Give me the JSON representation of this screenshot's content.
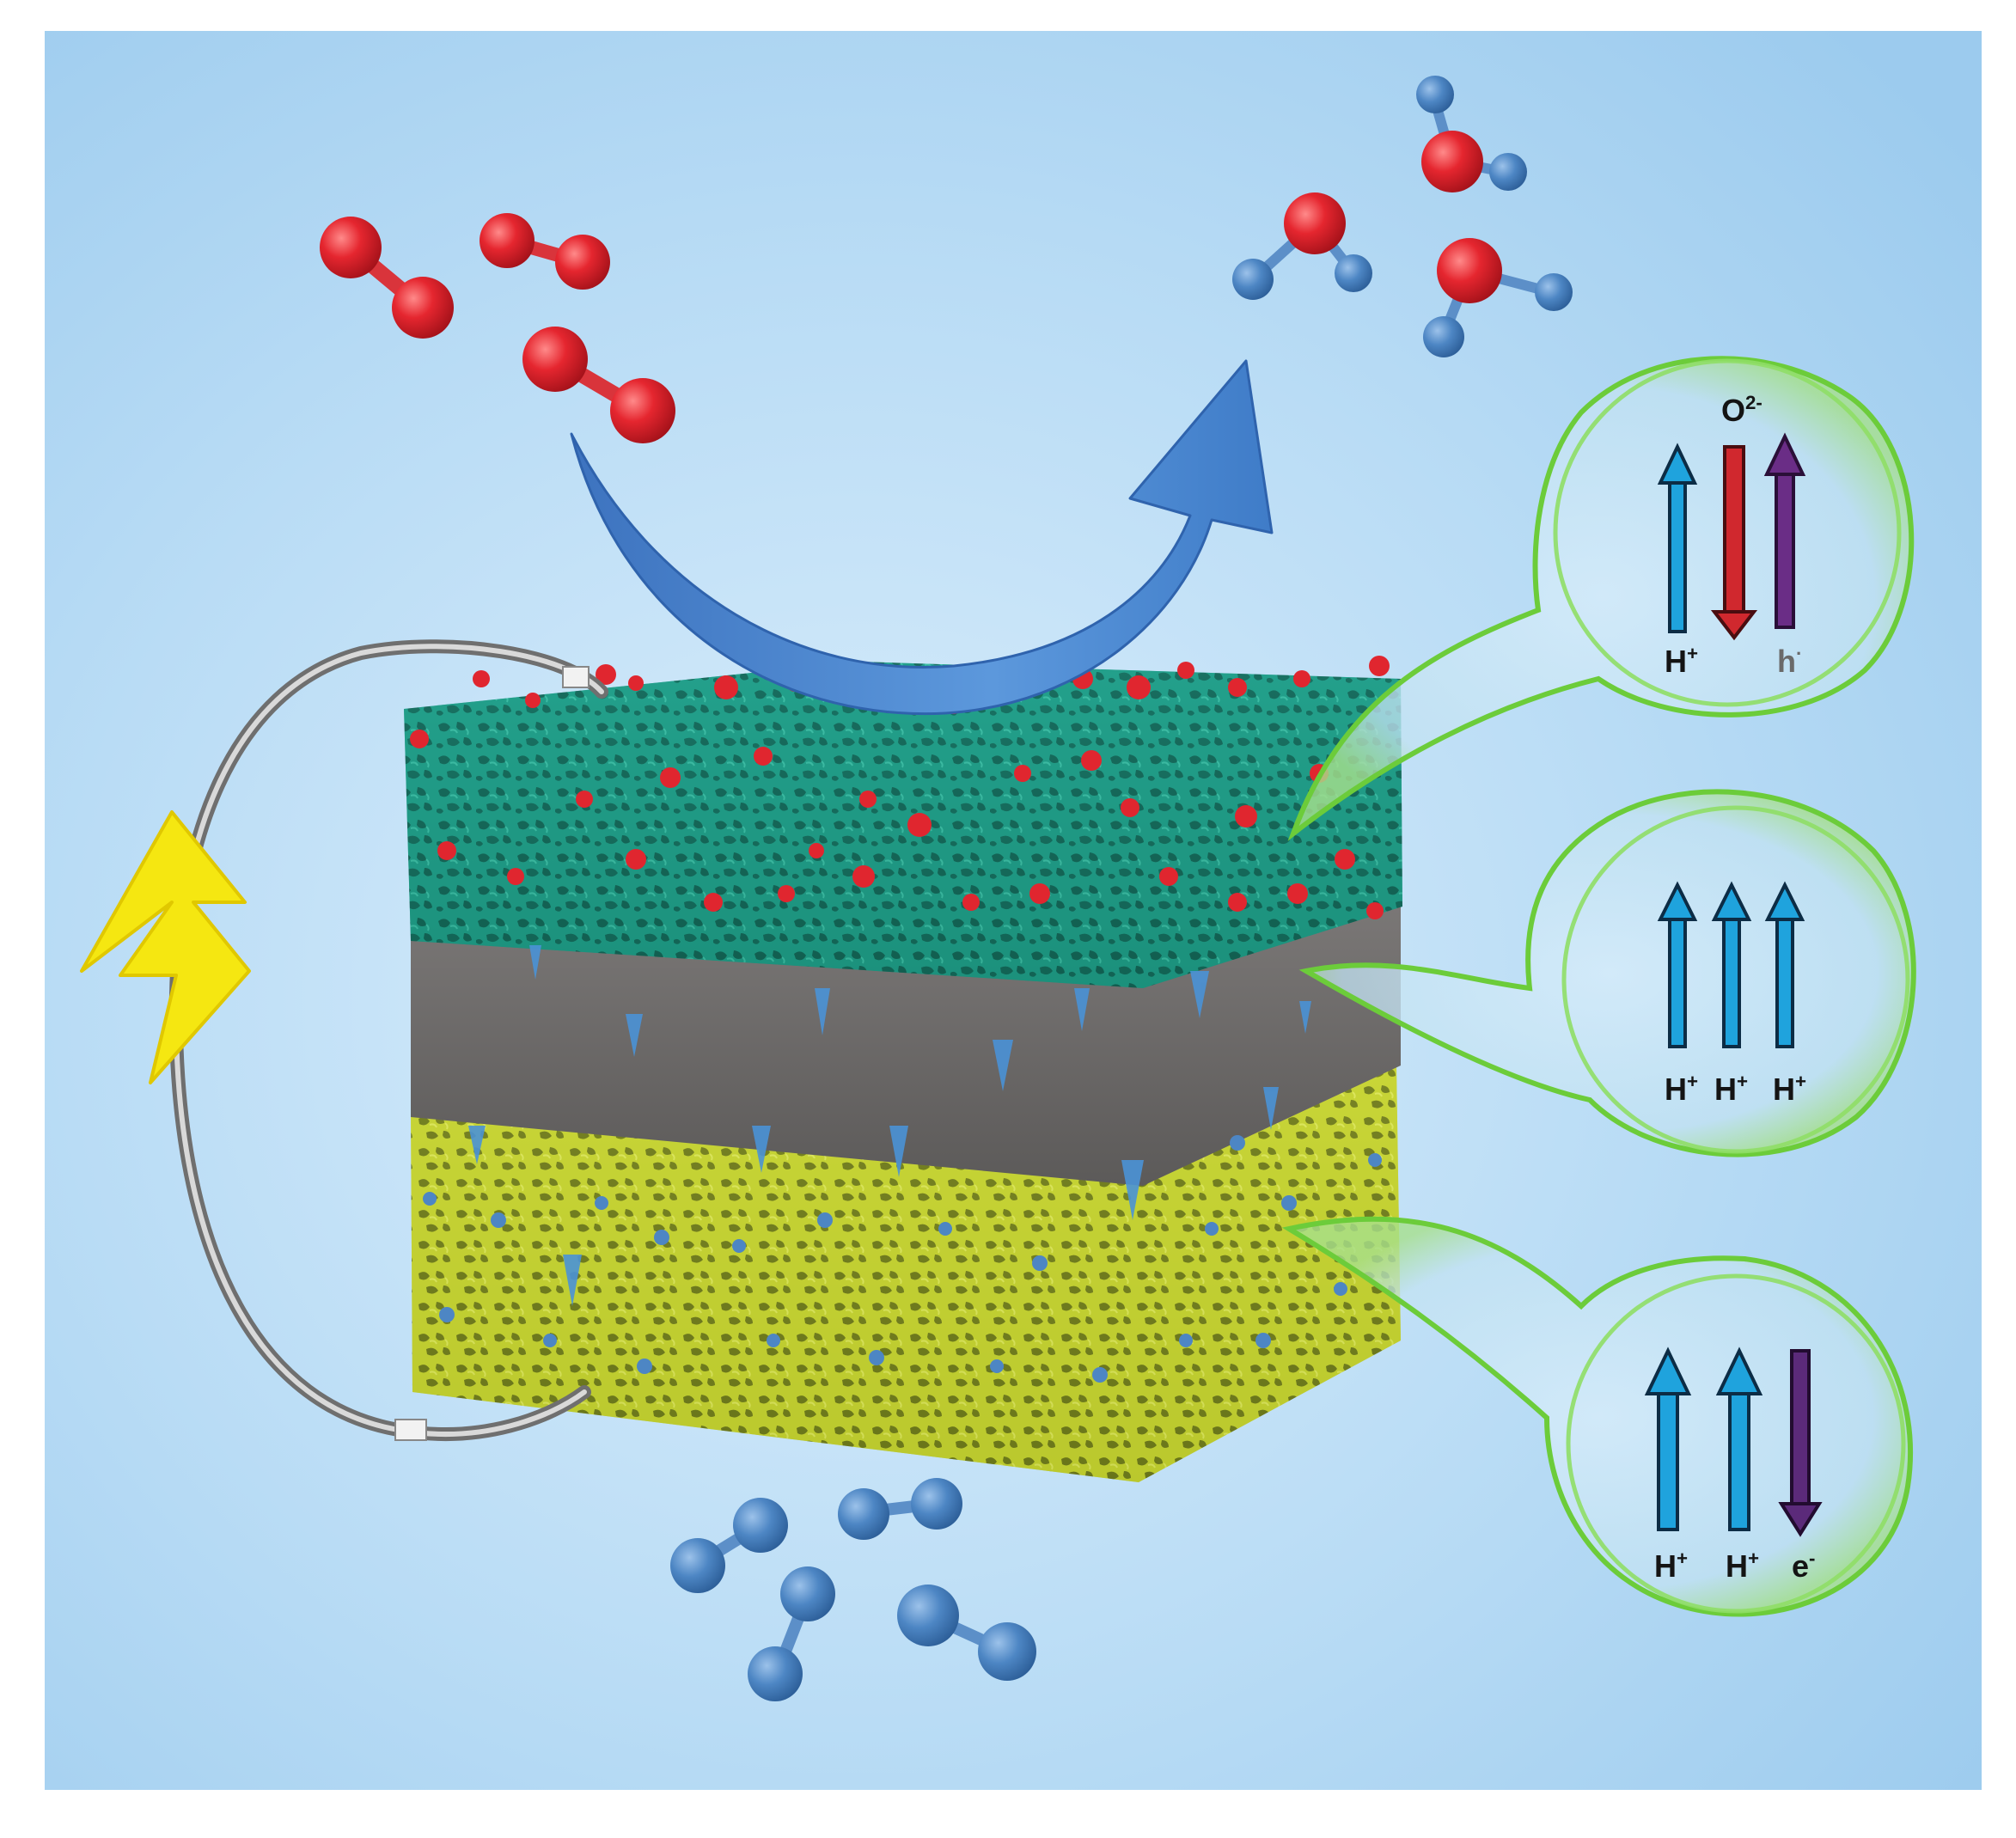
{
  "colors": {
    "background": "#a9d3f1",
    "background_center": "#d7ecfb",
    "cathode_top": "#1f9a86",
    "electrolyte": "#6b6968",
    "anode": "#c4d233",
    "oxygen_atom": "#e0262f",
    "hydrogen_atom": "#4d86c4",
    "flow_arrow": "#4a86cf",
    "bubble_outline": "#6ccc3a",
    "proton_arrow": "#1fa3dd",
    "oxide_arrow": "#d0282e",
    "hole_arrow": "#6a2d86",
    "electron_arrow": "#5b2a7a",
    "lightning": "#f5e711",
    "wire": "#9a9a9a"
  },
  "bubble_top": {
    "label_top": "O",
    "label_top_sup": "2-",
    "label_left": "H",
    "label_left_sup": "+",
    "label_right": "h",
    "label_right_sup": "·"
  },
  "bubble_middle": {
    "label_1": "H",
    "label_1_sup": "+",
    "label_2": "H",
    "label_2_sup": "+",
    "label_3": "H",
    "label_3_sup": "+"
  },
  "bubble_bottom": {
    "label_1": "H",
    "label_1_sup": "+",
    "label_2": "H",
    "label_2_sup": "+",
    "label_3": "e",
    "label_3_sup": "-"
  }
}
